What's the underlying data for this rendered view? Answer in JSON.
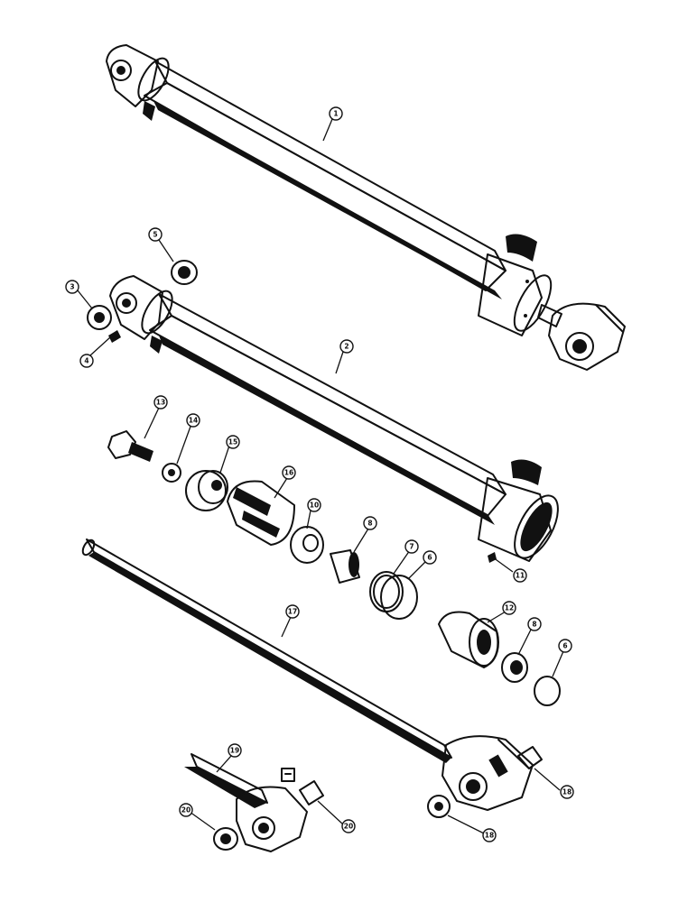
{
  "callouts": {
    "c1": "1",
    "c2": "2",
    "c3": "3",
    "c4": "4",
    "c5": "5",
    "c6a": "6",
    "c6b": "6",
    "c7": "7",
    "c8a": "8",
    "c8b": "8",
    "c10": "10",
    "c11": "11",
    "c12": "12",
    "c13": "13",
    "c14": "14",
    "c15": "15",
    "c16": "16",
    "c17": "17",
    "c18a": "18",
    "c18b": "18",
    "c19": "19",
    "c20a": "20",
    "c20b": "20"
  },
  "colors": {
    "ink": "#111111",
    "paper": "#ffffff"
  }
}
